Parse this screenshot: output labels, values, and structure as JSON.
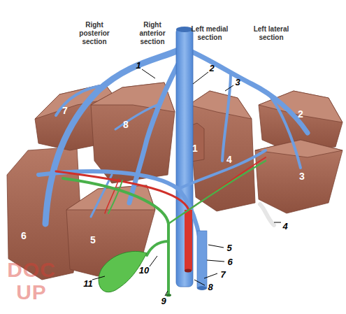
{
  "diagram": {
    "labels": [
      "Right posterior section",
      "Right anterior section",
      "Left medial section",
      "Left lateral section",
      "7",
      "8",
      "1",
      "4",
      "2",
      "3",
      "6",
      "5",
      "1",
      "2",
      "3",
      "4",
      "5",
      "6",
      "7",
      "8",
      "9",
      "10",
      "11",
      "DOC",
      "UP"
    ]
  }
}
